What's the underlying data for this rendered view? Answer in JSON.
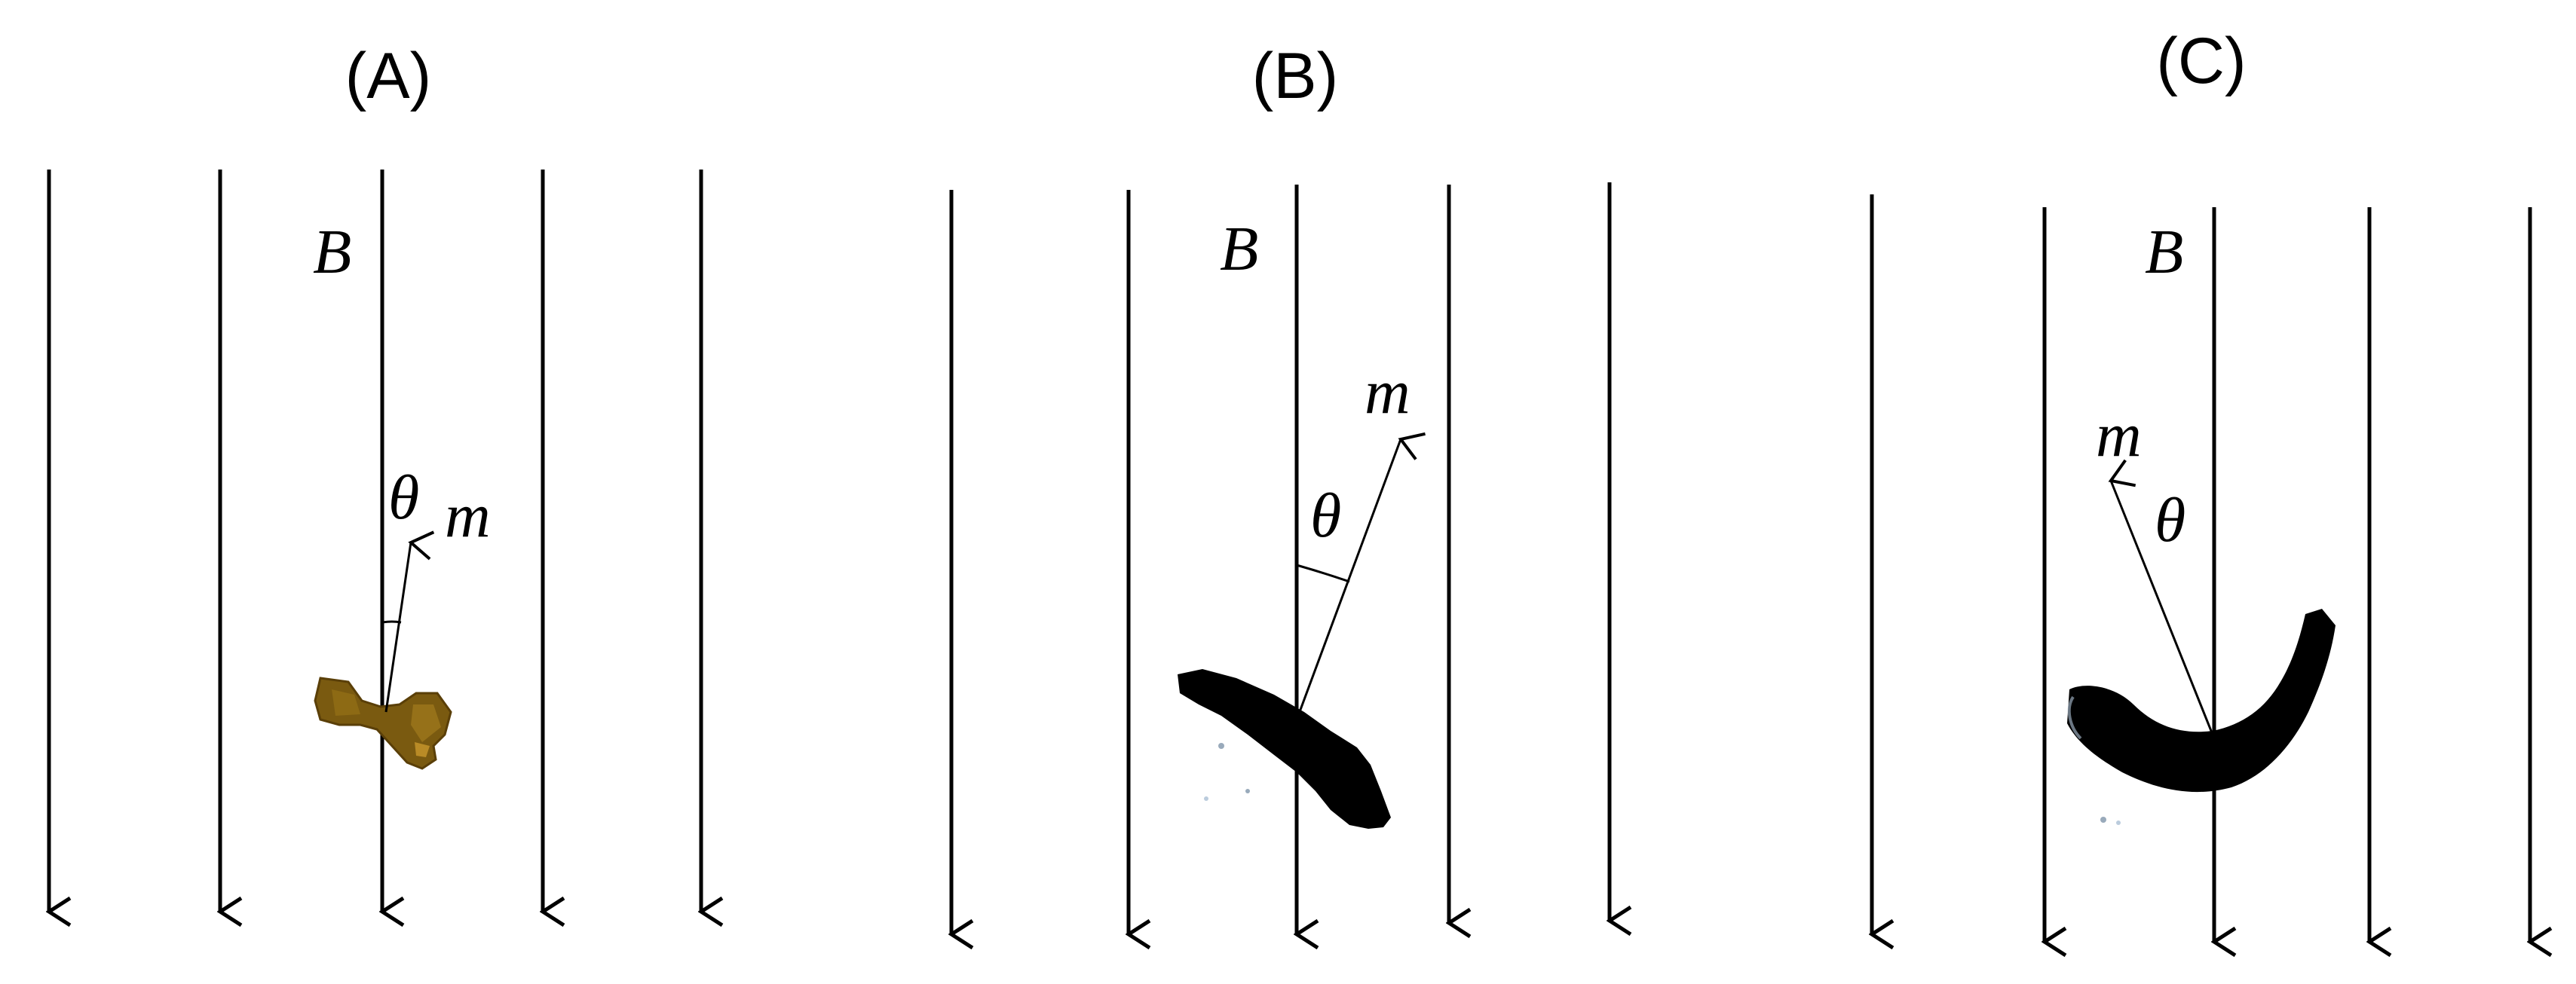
{
  "panels": [
    {
      "label": "(A)",
      "field_symbol": "B",
      "moment_symbol": "m",
      "angle_symbol": "θ"
    },
    {
      "label": "(B)",
      "field_symbol": "B",
      "moment_symbol": "m",
      "angle_symbol": "θ"
    },
    {
      "label": "(C)",
      "field_symbol": "B",
      "moment_symbol": "m",
      "angle_symbol": "θ"
    }
  ],
  "colors": {
    "arrows": "#000000",
    "sample_a": "#7a5a10",
    "sample_bc": "#000000"
  }
}
